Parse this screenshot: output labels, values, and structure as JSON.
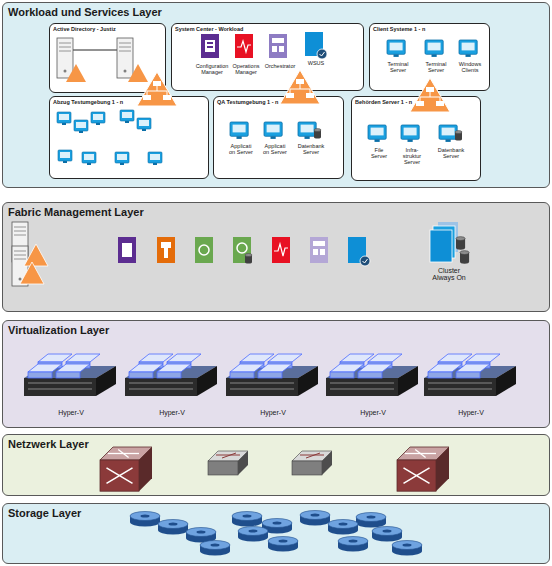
{
  "diagram": {
    "nodes": [
      {
        "text": [
          "Workload und Services Layer"
        ]
      },
      {
        "text": [
          "Active Directory - Justiz"
        ],
        "in": 0
      },
      {
        "text": [
          "System Center - Workload"
        ],
        "in": 0
      },
      {
        "text": [
          "Client Systeme 1 - n"
        ],
        "in": 0
      },
      {
        "text": [
          "Abzug Testumgebung 1 - n"
        ],
        "in": 0
      },
      {
        "text": [
          "QA Testumgebung 1 - n"
        ],
        "in": 0
      },
      {
        "text": [
          "Behörden Server 1 - n"
        ],
        "in": 0
      },
      {
        "text": [
          "Fabric Management Layer"
        ]
      },
      {
        "text": [
          "Virtualization Layer"
        ]
      },
      {
        "text": [
          "Netzwerk Layer"
        ]
      },
      {
        "text": [
          "Storage Layer"
        ]
      }
    ],
    "labels": [
      "Configuration Manager",
      "Operations Manager",
      "Orchestrator",
      "WSUS",
      "Terminal Server",
      "Terminal Server",
      "Windows Clients",
      "Applicati on Server",
      "Applicati on Server",
      "Datenbank Server",
      "File Server",
      "Infra- struktur Server",
      "Datenbank Server",
      "Cluster Always On",
      "Hyper-V",
      "Hyper-V",
      "Hyper-V",
      "Hyper-V",
      "Hyper-V"
    ]
  }
}
